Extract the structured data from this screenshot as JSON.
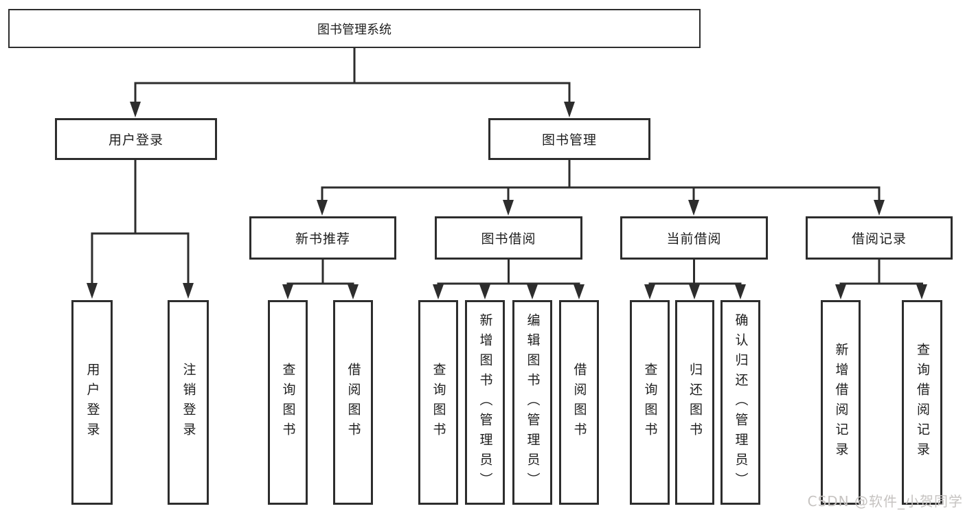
{
  "diagram": {
    "title": "图书管理系统",
    "root": {
      "label": "图书管理系统"
    },
    "level2": [
      {
        "label": "用户登录"
      },
      {
        "label": "图书管理"
      }
    ],
    "level3": [
      {
        "label": "新书推荐"
      },
      {
        "label": "图书借阅"
      },
      {
        "label": "当前借阅"
      },
      {
        "label": "借阅记录"
      }
    ],
    "leaves": {
      "user_login": [
        "用户登录",
        "注销登录"
      ],
      "new_books": [
        "查询图书",
        "借阅图书"
      ],
      "borrow": [
        "查询图书",
        "新增图书（管理员）",
        "编辑图书（管理员）",
        "借阅图书"
      ],
      "current": [
        "查询图书",
        "归还图书",
        "确认归还（管理员）"
      ],
      "records": [
        "新增借阅记录",
        "查询借阅记录"
      ]
    }
  },
  "watermark": {
    "text": "CSDN @软件_小贺同学"
  },
  "colors": {
    "line": "#2d2d2d",
    "text": "#1e1e1e",
    "watermark": "#c6c3c1",
    "background": "#ffffff"
  }
}
